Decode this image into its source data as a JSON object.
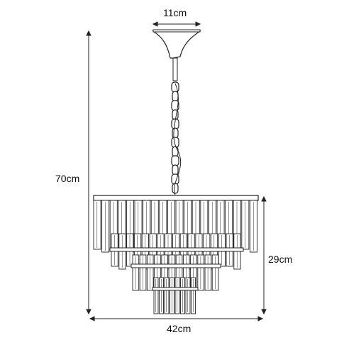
{
  "dimensions": {
    "canopy_width": "11cm",
    "total_height": "70cm",
    "body_height": "29cm",
    "diameter": "42cm"
  },
  "colors": {
    "line": "#222222",
    "background": "#ffffff"
  }
}
